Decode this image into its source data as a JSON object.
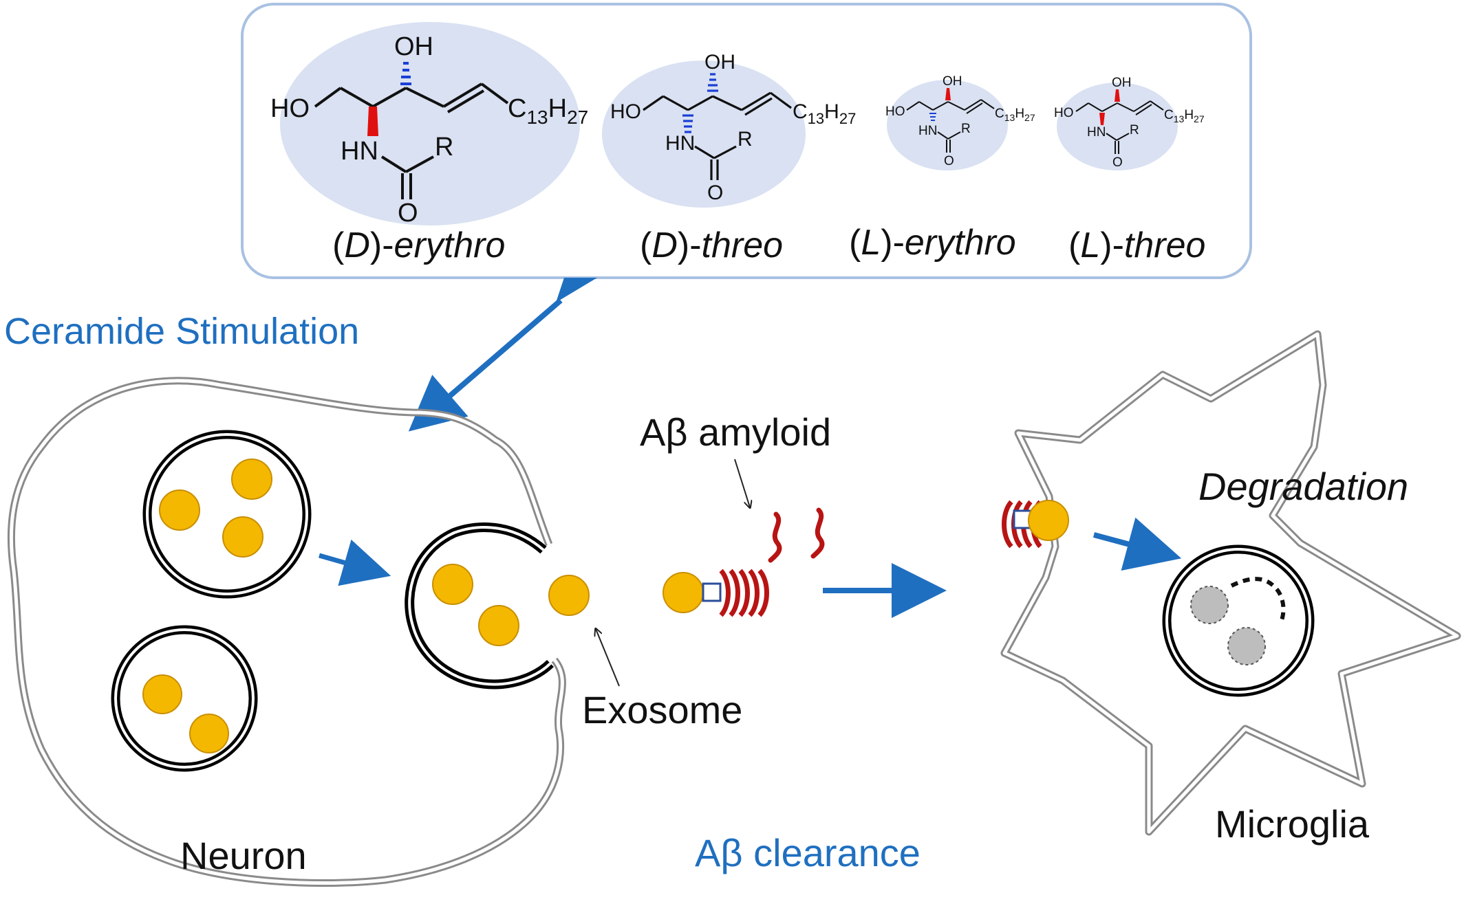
{
  "stereoisomers": [
    {
      "prefix_open": "(",
      "config": "D",
      "sep": ")-",
      "name": "erythro"
    },
    {
      "prefix_open": "(",
      "config": "D",
      "sep": ")-",
      "name": "threo"
    },
    {
      "prefix_open": "(",
      "config": "L",
      "sep": ")-",
      "name": "erythro"
    },
    {
      "prefix_open": "(",
      "config": "L",
      "sep": ")-",
      "name": "threo"
    }
  ],
  "chem": {
    "oh": "OH",
    "ho": "HO",
    "hn": "HN",
    "r": "R",
    "o": "O",
    "c": "C",
    "c_sub": "13",
    "h": "H",
    "h_sub": "27"
  },
  "labels": {
    "ceramide_stimulation": "Ceramide Stimulation",
    "ab_amyloid": "Aβ amyloid",
    "exosome": "Exosome",
    "neuron": "Neuron",
    "ab_clearance": "Aβ clearance",
    "degradation": "Degradation",
    "microglia": "Microglia"
  },
  "colors": {
    "accent_blue": "#1f6fc0",
    "box_border": "#a9c1e2",
    "molecule_halo": "#d9e1f2",
    "exosome_fill": "#f5b800",
    "exosome_stroke": "#c98f00",
    "amyloid_red": "#b81414",
    "wedge_red": "#e01010",
    "hash_blue": "#1a3fd6",
    "degraded_gray": "#bdbdbd"
  }
}
